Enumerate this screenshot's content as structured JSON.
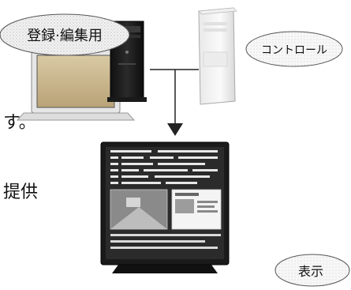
{
  "bubbles": {
    "registration": "登録·編集用",
    "control": "コントロール",
    "display": "表示"
  },
  "cut_text": {
    "line1": "す。",
    "line2": "提供"
  }
}
